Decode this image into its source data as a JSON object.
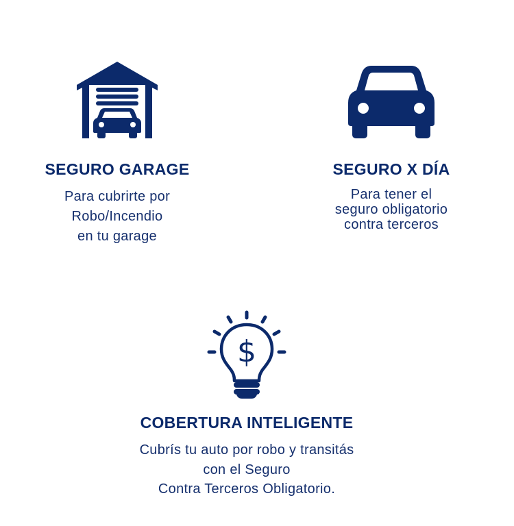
{
  "colors": {
    "primary": "#0c2a6b",
    "text": "#16306e",
    "background": "#ffffff"
  },
  "features": [
    {
      "icon": "garage-icon",
      "title": "SEGURO GARAGE",
      "lines": [
        "Para cubrirte por",
        "Robo/Incendio",
        "en tu garage"
      ]
    },
    {
      "icon": "car-icon",
      "title": "SEGURO X DÍA",
      "lines": [
        "Para tener el",
        "seguro obligatorio",
        "contra terceros"
      ]
    },
    {
      "icon": "lightbulb-dollar-icon",
      "title": "COBERTURA INTELIGENTE",
      "lines": [
        "Cubrís tu auto por robo y transitás",
        "con el Seguro",
        "Contra Terceros Obligatorio."
      ]
    }
  ]
}
